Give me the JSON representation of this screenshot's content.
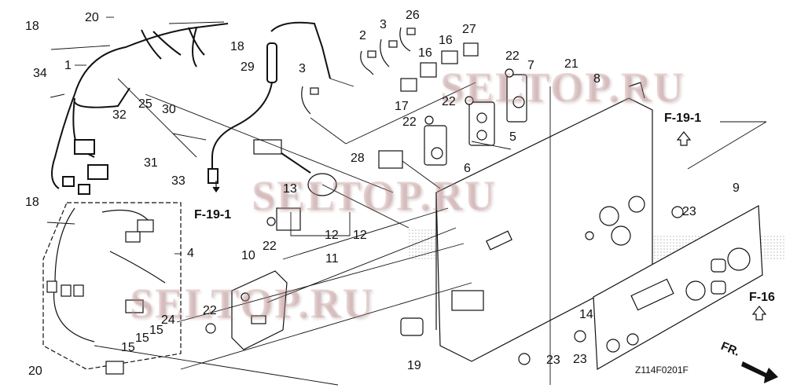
{
  "diagram": {
    "code": "Z114F0201F",
    "watermark": "SELTOP.RU",
    "front_label": "FR.",
    "refs": {
      "f19_top": "F-19-1",
      "f19_left": "F-19-1",
      "f16": "F-16"
    },
    "callouts": {
      "c1": "1",
      "c2": "2",
      "c3a": "3",
      "c3b": "3",
      "c4": "4",
      "c5": "5",
      "c6": "6",
      "c7": "7",
      "c8": "8",
      "c9": "9",
      "c10": "10",
      "c11": "11",
      "c12a": "12",
      "c12b": "12",
      "c13": "13",
      "c14": "14",
      "c15a": "15",
      "c15b": "15",
      "c15c": "15",
      "c16a": "16",
      "c16b": "16",
      "c17": "17",
      "c18a": "18",
      "c18b": "18",
      "c18c": "18",
      "c19": "19",
      "c20a": "20",
      "c20b": "20",
      "c21": "21",
      "c22a": "22",
      "c22b": "22",
      "c22c": "22",
      "c22d": "22",
      "c22e": "22",
      "c23a": "23",
      "c23b": "23",
      "c23c": "23",
      "c24": "24",
      "c25": "25",
      "c26": "26",
      "c27": "27",
      "c28": "28",
      "c29": "29",
      "c30": "30",
      "c31": "31",
      "c32": "32",
      "c33": "33",
      "c34": "34"
    }
  }
}
